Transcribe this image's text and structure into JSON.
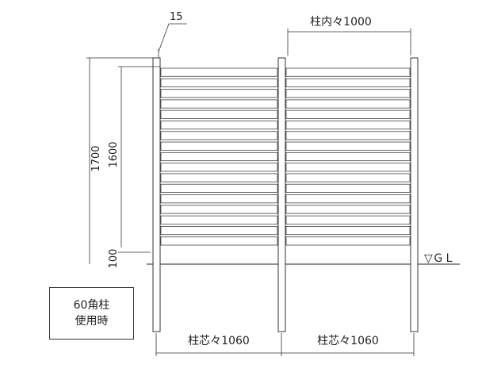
{
  "dimensions": {
    "post_width": "15",
    "inner_span": "柱内々1000",
    "total_height": "1700",
    "panel_height": "1600",
    "base_gap": "100",
    "span_left": "柱芯々1060",
    "span_right": "柱芯々1060"
  },
  "ground_label": "▽ＧＬ",
  "note": {
    "line1": "60角柱",
    "line2": "使用時"
  },
  "panels": [
    {
      "slat_count": 17
    },
    {
      "slat_count": 17
    }
  ]
}
